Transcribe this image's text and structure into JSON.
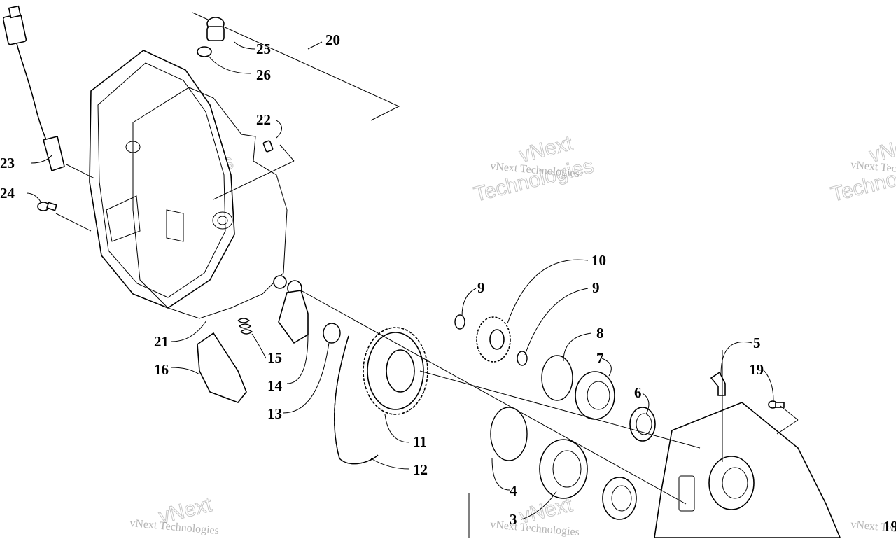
{
  "diagram": {
    "callouts": [
      {
        "id": "c20",
        "text": "20"
      },
      {
        "id": "c25",
        "text": "25"
      },
      {
        "id": "c26",
        "text": "26"
      },
      {
        "id": "c22",
        "text": "22"
      },
      {
        "id": "c23",
        "text": "23"
      },
      {
        "id": "c24",
        "text": "24"
      },
      {
        "id": "c10",
        "text": "10"
      },
      {
        "id": "c9a",
        "text": "9"
      },
      {
        "id": "c9b",
        "text": "9"
      },
      {
        "id": "c8",
        "text": "8"
      },
      {
        "id": "c7",
        "text": "7"
      },
      {
        "id": "c6",
        "text": "6"
      },
      {
        "id": "c5",
        "text": "5"
      },
      {
        "id": "c19a",
        "text": "19"
      },
      {
        "id": "c19b",
        "text": "19"
      },
      {
        "id": "c21",
        "text": "21"
      },
      {
        "id": "c15",
        "text": "15"
      },
      {
        "id": "c16",
        "text": "16"
      },
      {
        "id": "c14",
        "text": "14"
      },
      {
        "id": "c13",
        "text": "13"
      },
      {
        "id": "c11",
        "text": "11"
      },
      {
        "id": "c12",
        "text": "12"
      },
      {
        "id": "c4",
        "text": "4"
      },
      {
        "id": "c3",
        "text": "3"
      }
    ],
    "watermark": {
      "line1": "vNext Technologies",
      "line2": "vNext",
      "line3": "Technologies"
    }
  }
}
